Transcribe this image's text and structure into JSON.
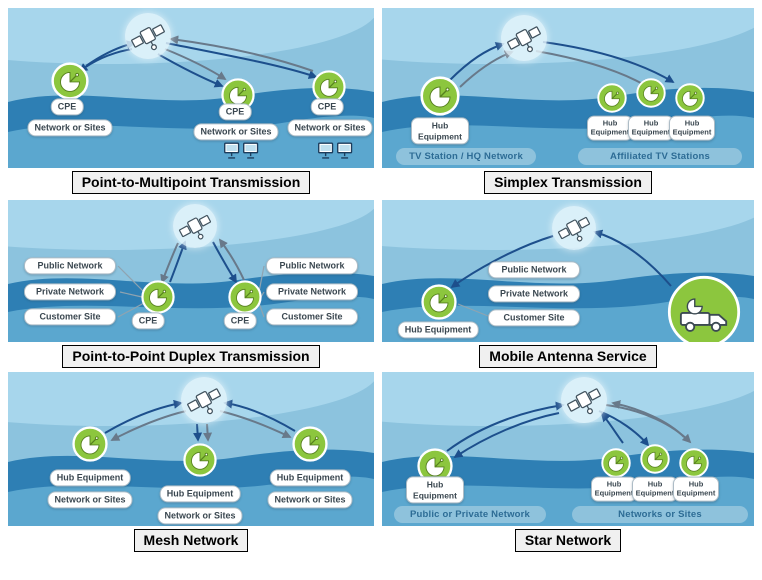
{
  "colors": {
    "sky": "#8cc3de",
    "sky_light": "#a7d6ec",
    "wave_dark": "#2e7fb4",
    "wave_mid": "#5ba7cf",
    "arrow_blue": "#1d4f8c",
    "arrow_gray": "#68798a",
    "dish_green": "#8cc63e",
    "bar_bg": "#8ec2dc",
    "bar_text": "#2d6c95"
  },
  "icons": {
    "satellite": "satellite-icon",
    "dish": "dish-antenna-icon",
    "truck": "mobile-antenna-truck-icon",
    "computers": "computers-icon"
  },
  "panels": {
    "p1": {
      "caption": "Point-to-Multipoint Transmission",
      "cpe1": "CPE",
      "cpe2": "CPE",
      "cpe3": "CPE",
      "sites1": "Network or Sites",
      "sites2": "Network or Sites",
      "sites3": "Network or Sites"
    },
    "p2": {
      "caption": "Simplex Transmission",
      "hub_left": "Hub Equipment",
      "hub_r1": "Hub Equipment",
      "hub_r2": "Hub Equipment",
      "hub_r3": "Hub Equipment",
      "bar_left": "TV Station / HQ Network",
      "bar_right": "Affiliated TV Stations"
    },
    "p3": {
      "caption": "Point-to-Point Duplex Transmission",
      "left_stack": [
        "Public Network",
        "Private Network",
        "Customer Site"
      ],
      "right_stack": [
        "Public Network",
        "Private Network",
        "Customer Site"
      ],
      "cpe_left": "CPE",
      "cpe_right": "CPE"
    },
    "p4": {
      "caption": "Mobile Antenna Service",
      "hub": "Hub Equipment",
      "stack": [
        "Public Network",
        "Private Network",
        "Customer Site"
      ]
    },
    "p5": {
      "caption": "Mesh Network",
      "hub1": "Hub Equipment",
      "hub2": "Hub Equipment",
      "hub3": "Hub Equipment",
      "sites1": "Network or Sites",
      "sites2": "Network or Sites",
      "sites3": "Network or Sites"
    },
    "p6": {
      "caption": "Star Network",
      "hub_left": "Hub Equipment",
      "hub_r1": "Hub Equipment",
      "hub_r2": "Hub Equipment",
      "hub_r3": "Hub Equipment",
      "bar_left": "Public or Private Network",
      "bar_right": "Networks or Sites"
    }
  }
}
